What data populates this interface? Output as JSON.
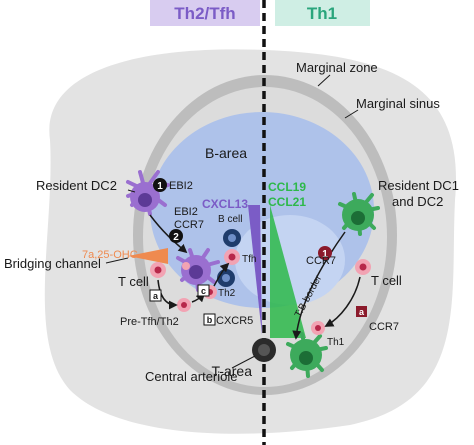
{
  "header": {
    "left": "Th2/Tfh",
    "right": "Th1"
  },
  "zones": {
    "marginal_zone": "Marginal zone",
    "marginal_sinus": "Marginal sinus",
    "b_area": "B-area",
    "t_area": "T-area",
    "central_arteriole": "Central arteriole",
    "tb_border": "T:B border"
  },
  "cells": {
    "resident_dc2": "Resident DC2",
    "resident_dc1_line1": "Resident DC1",
    "resident_dc1_line2": "and DC2",
    "b_cell": "B cell",
    "tfh": "Tfh",
    "th2": "Th2",
    "t_cell_left": "T cell",
    "t_cell_right": "T cell",
    "pre_tfh": "Pre-Tfh/Th2",
    "th1": "Th1"
  },
  "molecules": {
    "ebi2_top": "EBI2",
    "ebi2": "EBI2",
    "ccr7_left": "CCR7",
    "ohc": "7a,25-OHC",
    "cxcl13": "CXCL13",
    "ccl19": "CCL19",
    "ccl21": "CCL21",
    "ccr7_right": "CCR7",
    "ccr7_bottom": "CCR7",
    "cxcr5": "CXCR5"
  },
  "structures": {
    "bridging_channel": "Bridging channel"
  },
  "markers": {
    "step1_left": "1",
    "step2_left": "2",
    "step_a_left": "a",
    "step_b_left": "b",
    "step_c_left": "c",
    "step1_right": "1",
    "step_a_right": "a"
  },
  "colors": {
    "th2_header_bg": "#d8ccf0",
    "th2_header_text": "#7b5cc6",
    "th1_header_bg": "#cfeee4",
    "th1_header_text": "#2aa57c",
    "outer_zone": "#e3e3e3",
    "sinus_ring": "#bdbdbd",
    "b_area": "#aec2ea",
    "cxcl13": "#7b5cc6",
    "ccl": "#2db84a",
    "ohc": "#ef8a4f",
    "dc2_purple": "#9a6fd0",
    "dc1_green": "#3daa5c",
    "t_cell_pink": "#f2a3b3",
    "b_cell_navy": "#1f3c6b",
    "step_right_red": "#8b1a2b"
  }
}
